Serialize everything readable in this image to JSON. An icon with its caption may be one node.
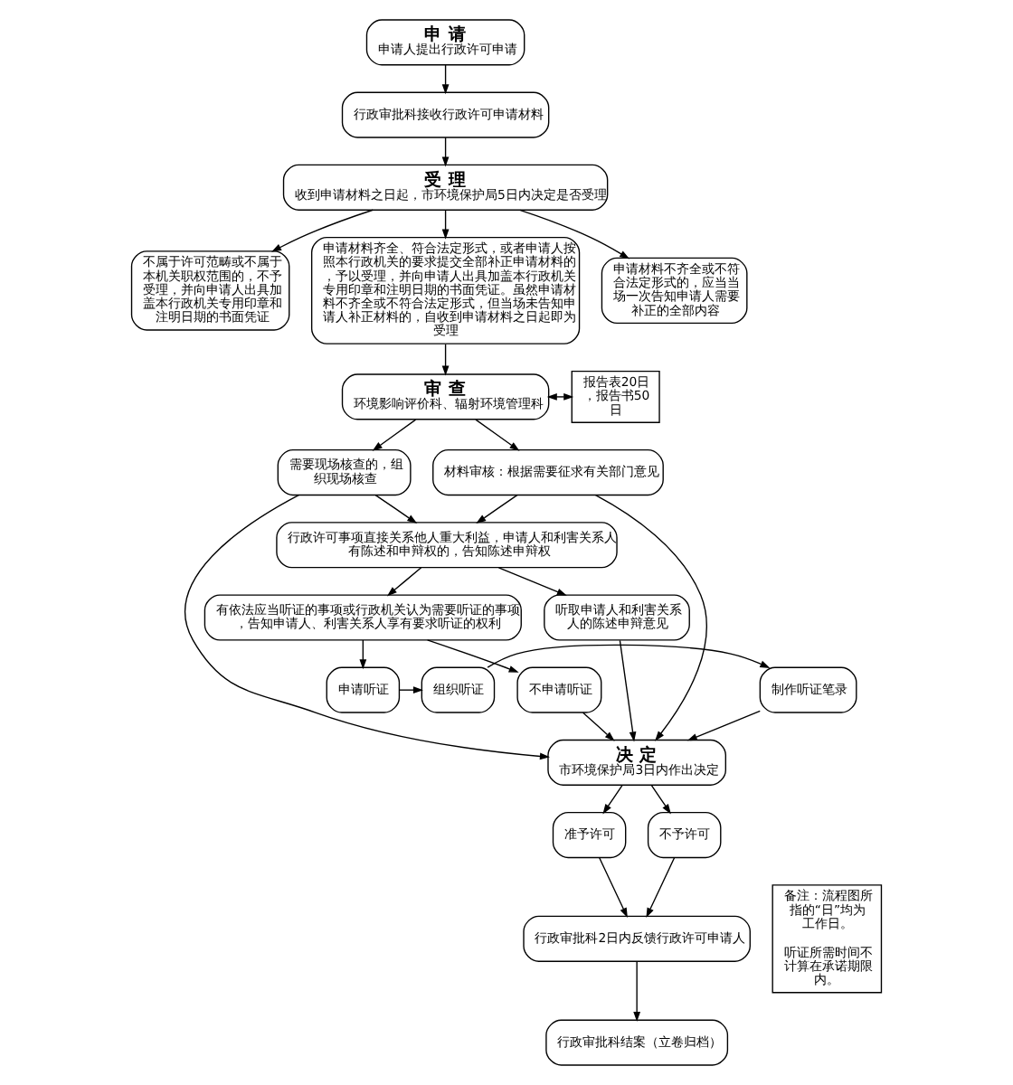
{
  "diagram": {
    "nodes": [
      {
        "text": [
          "申 请",
          "申请人提出行政许可申请"
        ]
      },
      {
        "text": [
          "行政审批科接收行政许可申请材料"
        ]
      },
      {
        "text": [
          "受 理",
          "收到申请材料之日起，市环境保护局5日内决定是否受理"
        ]
      },
      {
        "text": [
          "不属于许可范畴或不属于本机关职权范围的，不予受理，并向申请人出具加盖本行政机关专用印章和注明日期的书面凭证"
        ]
      },
      {
        "text": [
          "申请材料齐全、符合法定形式，或者申请人按照本行政机关的要求提交全部补正申请材料的，予以受理，并向申请人出具加盖本行政机关专用印章和注明日期的书面凭证。虽然申请材料不齐全或不符合法定形式，但当场未告知申请人补正材料的，自收到申请材料之日起即为受理"
        ]
      },
      {
        "text": [
          "申请材料不齐全或不符合法定形式的，应当当场一次告知申请人需要补正的全部内容"
        ]
      },
      {
        "text": [
          "审 查",
          "环境影响评价科、辐射环境管理科"
        ]
      },
      {
        "text": [
          "报告表20日，报告书50日"
        ]
      },
      {
        "text": [
          "需要现场核查的，组织现场核查"
        ]
      },
      {
        "text": [
          "材料审核：根据需要征求有关部门意见"
        ]
      },
      {
        "text": [
          "行政许可事项直接关系他人重大利益，申请人和利害关系人有陈述和申辩权的，告知陈述申辩权"
        ]
      },
      {
        "text": [
          "有依法应当听证的事项或行政机关认为需要听证的事项，告知申请人、利害关系人享有要求听证的权利"
        ]
      },
      {
        "text": [
          "听取申请人和利害关系人的陈述申辩意见"
        ]
      },
      {
        "text": [
          "不申请听证"
        ]
      },
      {
        "text": [
          "申请听证"
        ]
      },
      {
        "text": [
          "组织听证"
        ]
      },
      {
        "text": [
          "制作听证笔录"
        ]
      },
      {
        "text": [
          "决 定",
          "市环境保护局3日内作出决定"
        ]
      },
      {
        "text": [
          "准予许可"
        ]
      },
      {
        "text": [
          "不予许可"
        ]
      },
      {
        "text": [
          "行政审批科2日内反馈行政许可申请人"
        ]
      },
      {
        "text": [
          "行政审批科结案（立卷归档）"
        ]
      },
      {
        "text": [
          "备注：流程图所指的“日”均为工作日。",
          "听证所需时间不计算在承诺期限内。"
        ]
      }
    ],
    "edges": [
      {
        "from": 0,
        "to": 1,
        "arrow": "to"
      },
      {
        "from": 1,
        "to": 2,
        "arrow": "to"
      },
      {
        "from": 2,
        "to": 3,
        "arrow": "to"
      },
      {
        "from": 2,
        "to": 4,
        "arrow": "to"
      },
      {
        "from": 2,
        "to": 5,
        "arrow": "to"
      },
      {
        "from": 4,
        "to": 6,
        "arrow": "to"
      },
      {
        "from": 6,
        "to": 7,
        "arrow": "both"
      },
      {
        "from": 6,
        "to": 8,
        "arrow": "to"
      },
      {
        "from": 6,
        "to": 9,
        "arrow": "to"
      },
      {
        "from": 9,
        "to": 10,
        "arrow": "to"
      },
      {
        "from": 8,
        "to": 10,
        "arrow": "to"
      },
      {
        "from": 8,
        "to": 17,
        "arrow": "to"
      },
      {
        "from": 9,
        "to": 17,
        "arrow": "to"
      },
      {
        "from": 10,
        "to": 11,
        "arrow": "to"
      },
      {
        "from": 10,
        "to": 12,
        "arrow": "to"
      },
      {
        "from": 11,
        "to": 13,
        "arrow": "to"
      },
      {
        "from": 11,
        "to": 14,
        "arrow": "to"
      },
      {
        "from": 14,
        "to": 15,
        "arrow": "to"
      },
      {
        "from": 15,
        "to": 16,
        "arrow": "to"
      },
      {
        "from": 13,
        "to": 17,
        "arrow": "to"
      },
      {
        "from": 16,
        "to": 17,
        "arrow": "to"
      },
      {
        "from": 12,
        "to": 17,
        "arrow": "to"
      },
      {
        "from": 17,
        "to": 18,
        "arrow": "to"
      },
      {
        "from": 17,
        "to": 19,
        "arrow": "to"
      },
      {
        "from": 18,
        "to": 20,
        "arrow": "to"
      },
      {
        "from": 19,
        "to": 20,
        "arrow": "to"
      },
      {
        "from": 20,
        "to": 21,
        "arrow": "to"
      }
    ]
  }
}
